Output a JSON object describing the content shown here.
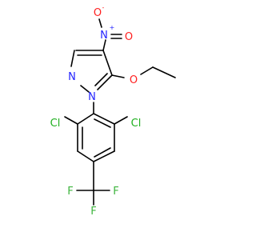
{
  "molecule": {
    "atoms": {
      "nitro_n": "N",
      "nitro_n_charge": "+",
      "nitro_o_top": "O",
      "nitro_o_top_charge": "-",
      "nitro_o_right": "O",
      "ring_n2": "N",
      "ring_n1": "N",
      "ether_o": "O",
      "cl_left": "Cl",
      "cl_right": "Cl",
      "cf3_f_left": "F",
      "cf3_f_right": "F",
      "cf3_f_bottom": "F"
    },
    "colors": {
      "bond": "#000000",
      "nitrogen": "#2222ff",
      "oxygen": "#ff2020",
      "chlorine": "#1fb01f",
      "fluorine": "#3cb43c"
    }
  }
}
